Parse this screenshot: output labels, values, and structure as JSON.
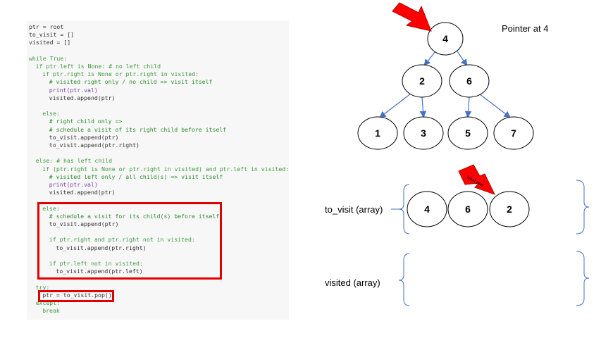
{
  "code": {
    "lines": [
      {
        "text": "ptr = root",
        "indent": 0,
        "kind": "code"
      },
      {
        "text": "to_visit = []",
        "indent": 0,
        "kind": "code"
      },
      {
        "text": "visited = []",
        "indent": 0,
        "kind": "code"
      },
      {
        "text": "",
        "indent": 0,
        "kind": "blank"
      },
      {
        "text": "while True:",
        "indent": 0,
        "kind": "keyword"
      },
      {
        "text": "if ptr.left is None: # no left child",
        "indent": 1,
        "kind": "keyword"
      },
      {
        "text": "if ptr.right is None or ptr.right in visited:",
        "indent": 2,
        "kind": "keyword"
      },
      {
        "text": "# visited right only / no child => visit itself",
        "indent": 3,
        "kind": "comment"
      },
      {
        "text": "print(ptr.val)",
        "indent": 3,
        "kind": "call"
      },
      {
        "text": "visited.append(ptr)",
        "indent": 3,
        "kind": "code"
      },
      {
        "text": "",
        "indent": 0,
        "kind": "blank"
      },
      {
        "text": "else:",
        "indent": 2,
        "kind": "keyword"
      },
      {
        "text": "# right child only =>",
        "indent": 3,
        "kind": "comment"
      },
      {
        "text": "# schedule a visit of its right child before itself",
        "indent": 3,
        "kind": "comment"
      },
      {
        "text": "to_visit.append(ptr)",
        "indent": 3,
        "kind": "code"
      },
      {
        "text": "to_visit.append(ptr.right)",
        "indent": 3,
        "kind": "code"
      },
      {
        "text": "",
        "indent": 0,
        "kind": "blank"
      },
      {
        "text": "else: # has left child",
        "indent": 1,
        "kind": "keyword"
      },
      {
        "text": "if (ptr.right is None or ptr.right in visited) and ptr.left in visited:",
        "indent": 2,
        "kind": "keyword"
      },
      {
        "text": "# visited left only / all child(s) => visit itself",
        "indent": 3,
        "kind": "comment"
      },
      {
        "text": "print(ptr.val)",
        "indent": 3,
        "kind": "call"
      },
      {
        "text": "visited.append(ptr)",
        "indent": 3,
        "kind": "code"
      },
      {
        "text": "",
        "indent": 0,
        "kind": "blank"
      },
      {
        "text": "else:",
        "indent": 2,
        "kind": "keyword"
      },
      {
        "text": "# schedule a visit for its child(s) before itself",
        "indent": 3,
        "kind": "comment"
      },
      {
        "text": "to_visit.append(ptr)",
        "indent": 3,
        "kind": "code"
      },
      {
        "text": "",
        "indent": 0,
        "kind": "blank"
      },
      {
        "text": "if ptr.right and ptr.right not in visited:",
        "indent": 3,
        "kind": "keyword"
      },
      {
        "text": "to_visit.append(ptr.right)",
        "indent": 4,
        "kind": "code"
      },
      {
        "text": "",
        "indent": 0,
        "kind": "blank"
      },
      {
        "text": "if ptr.left not in visited:",
        "indent": 3,
        "kind": "keyword"
      },
      {
        "text": "to_visit.append(ptr.left)",
        "indent": 4,
        "kind": "code"
      },
      {
        "text": "",
        "indent": 0,
        "kind": "blank"
      },
      {
        "text": "try:",
        "indent": 1,
        "kind": "keyword"
      },
      {
        "text": "ptr = to_visit.pop()",
        "indent": 2,
        "kind": "code"
      },
      {
        "text": "except:",
        "indent": 1,
        "kind": "keyword"
      },
      {
        "text": "break",
        "indent": 2,
        "kind": "keyword"
      }
    ]
  },
  "tree": {
    "pointer_label": "Pointer at 4",
    "nodes": [
      {
        "id": "n4",
        "label": "4"
      },
      {
        "id": "n2",
        "label": "2"
      },
      {
        "id": "n6",
        "label": "6"
      },
      {
        "id": "n1",
        "label": "1"
      },
      {
        "id": "n3",
        "label": "3"
      },
      {
        "id": "n5",
        "label": "5"
      },
      {
        "id": "n7",
        "label": "7"
      }
    ]
  },
  "to_visit": {
    "label": "to_visit (array)",
    "items": [
      "4",
      "6",
      "2"
    ],
    "marker_text": "Next pop"
  },
  "visited": {
    "label": "visited (array)",
    "items": []
  },
  "colors": {
    "accent_red": "#ff0000",
    "highlight_red": "#e00000",
    "edge_blue": "#4472c4",
    "keyword_green": "#3d9a3d",
    "comment_green": "#2e8b2e",
    "call_purple": "#7a3fa0"
  }
}
